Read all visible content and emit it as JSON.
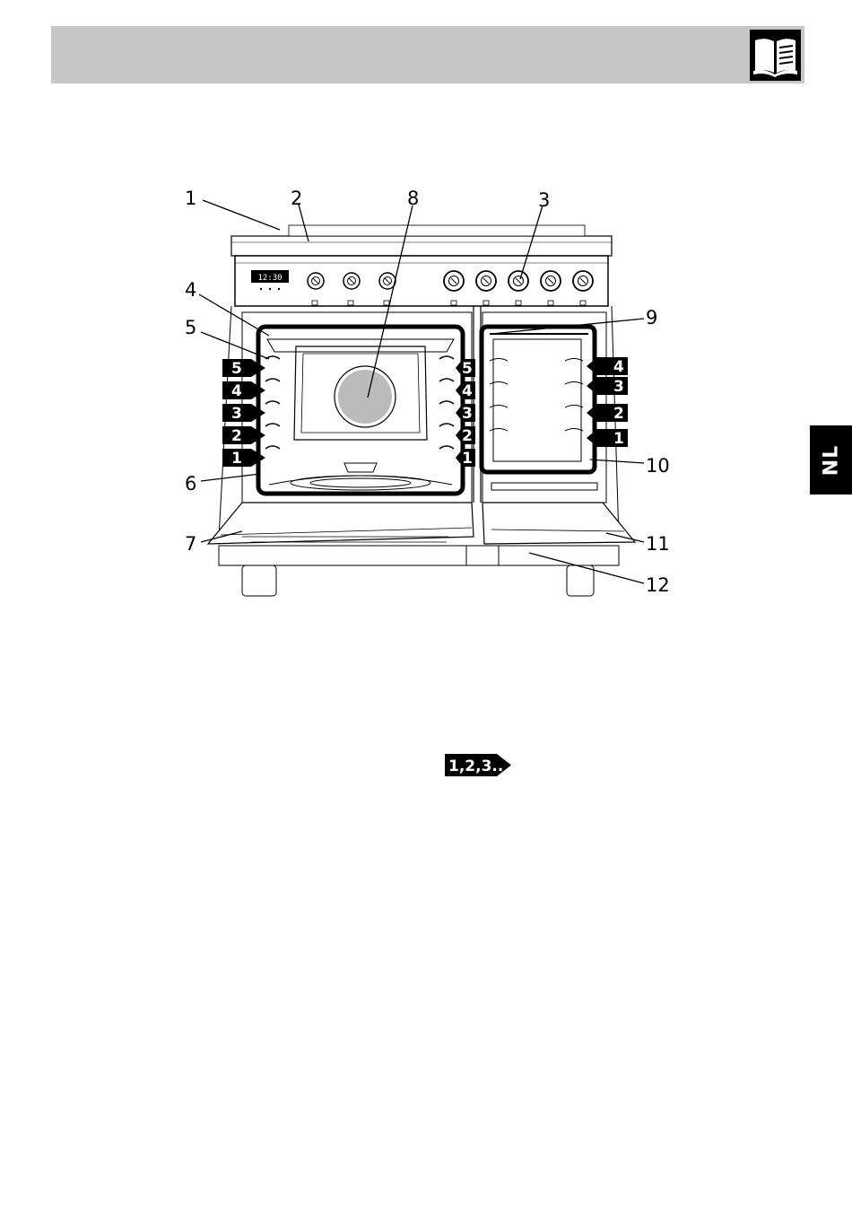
{
  "header": {
    "icon": "book-icon"
  },
  "language_tab": {
    "label": "NL"
  },
  "diagram": {
    "callouts": [
      "1",
      "2",
      "3",
      "4",
      "5",
      "6",
      "7",
      "8",
      "9",
      "10",
      "11",
      "12"
    ],
    "left_oven_shelves": [
      "5",
      "4",
      "3",
      "2",
      "1"
    ],
    "right_oven_shelves": [
      "4",
      "3",
      "2",
      "1"
    ],
    "clock": "12:30"
  },
  "sequence_badge": {
    "label": "1,2,3..",
    "icon": "sequence-arrow-icon"
  }
}
